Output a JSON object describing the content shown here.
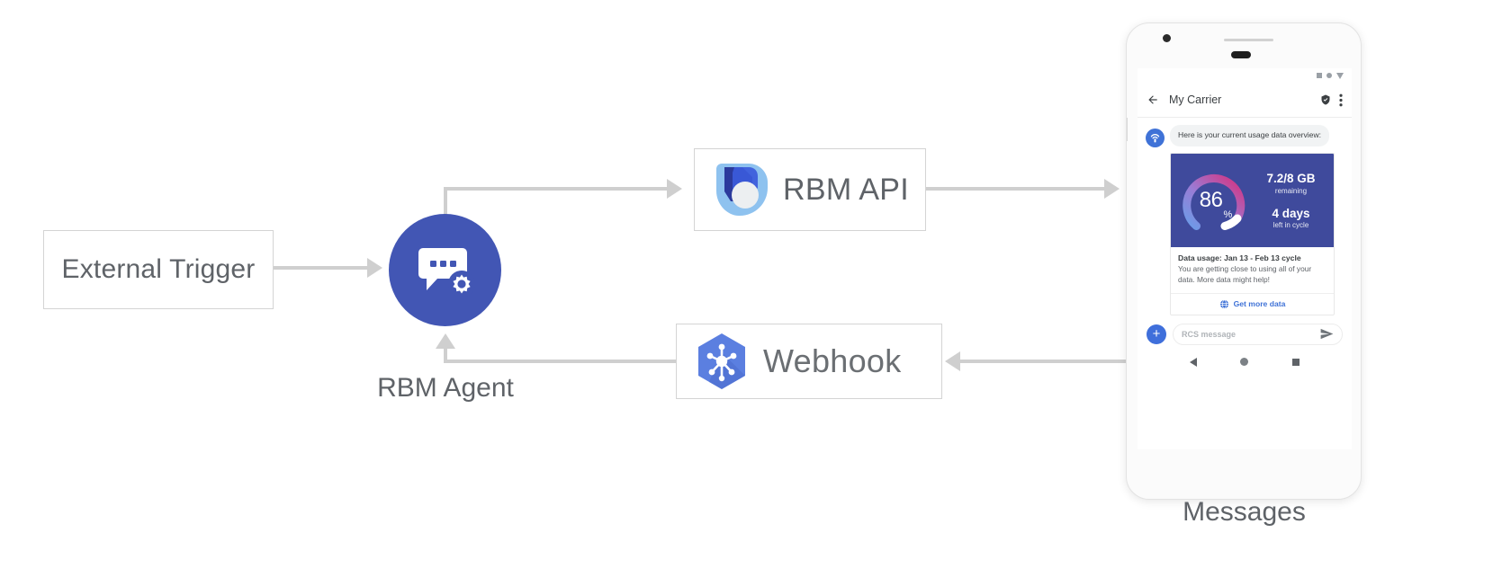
{
  "diagram": {
    "nodes": {
      "external_trigger": {
        "label": "External Trigger"
      },
      "rbm_agent": {
        "label": "RBM Agent",
        "icon": "chat-gear-icon"
      },
      "rbm_api": {
        "label": "RBM API",
        "icon": "rbm-api-logo-icon"
      },
      "webhook": {
        "label": "Webhook",
        "icon": "webhook-hexagon-icon"
      },
      "messages": {
        "label": "Messages"
      }
    },
    "colors": {
      "agent_blue": "#4256b4",
      "connector_gray": "#cfcfcf",
      "text_gray": "#5f6368",
      "card_indigo": "#3f4a9c",
      "link_blue": "#3f72d7",
      "donut_start": "#6b9ce8",
      "donut_end": "#d6317f"
    }
  },
  "phone": {
    "statusbar": {
      "icons": [
        "square-icon",
        "circle-icon",
        "triangle-icon"
      ]
    },
    "appbar": {
      "back_icon": "back-arrow-icon",
      "title": "My Carrier",
      "verified_icon": "verified-shield-icon",
      "overflow_icon": "more-vertical-icon"
    },
    "conversation": {
      "avatar_icon": "carrier-tower-icon",
      "incoming_message": "Here is your current usage data overview:"
    },
    "card": {
      "donut": {
        "percent": "86",
        "percent_symbol": "%",
        "value": 86
      },
      "data_remaining": "7.2/8 GB",
      "data_remaining_sub": "remaining",
      "days_left": "4 days",
      "days_left_sub": "left in cycle",
      "title": "Data usage: Jan 13 - Feb 13 cycle",
      "body": "You are getting close to using all of your data. More data might help!",
      "action_label": "Get more data",
      "action_icon": "globe-icon"
    },
    "composer": {
      "plus_icon": "plus-icon",
      "placeholder": "RCS message",
      "send_icon": "send-icon"
    },
    "navbar": {
      "back_icon": "nav-back-icon",
      "home_icon": "nav-home-icon",
      "recents_icon": "nav-recents-icon"
    }
  }
}
